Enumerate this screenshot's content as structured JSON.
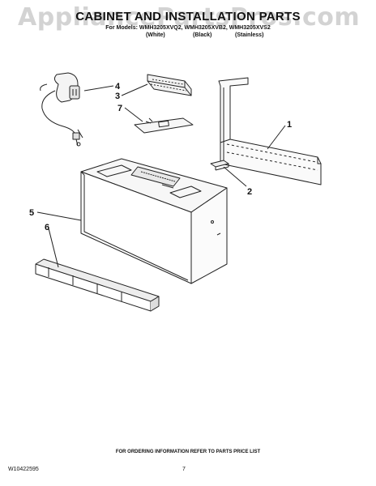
{
  "header": {
    "watermark": "AppliancePartsPros.com",
    "title": "CABINET AND INSTALLATION PARTS",
    "models_line": "For Models: WMH3205XVQ2, WMH3205XVB2, WMH3205XVS2",
    "variants": [
      "(White)",
      "(Black)",
      "(Stainless)"
    ]
  },
  "callouts": [
    "4",
    "3",
    "7",
    "1",
    "2",
    "5",
    "6"
  ],
  "footer": {
    "ordering_note": "FOR ORDERING INFORMATION REFER TO PARTS PRICE LIST",
    "document_number": "W10422595",
    "page_number": "7"
  },
  "colors": {
    "line": "#222222",
    "watermark": "#afafaf"
  }
}
